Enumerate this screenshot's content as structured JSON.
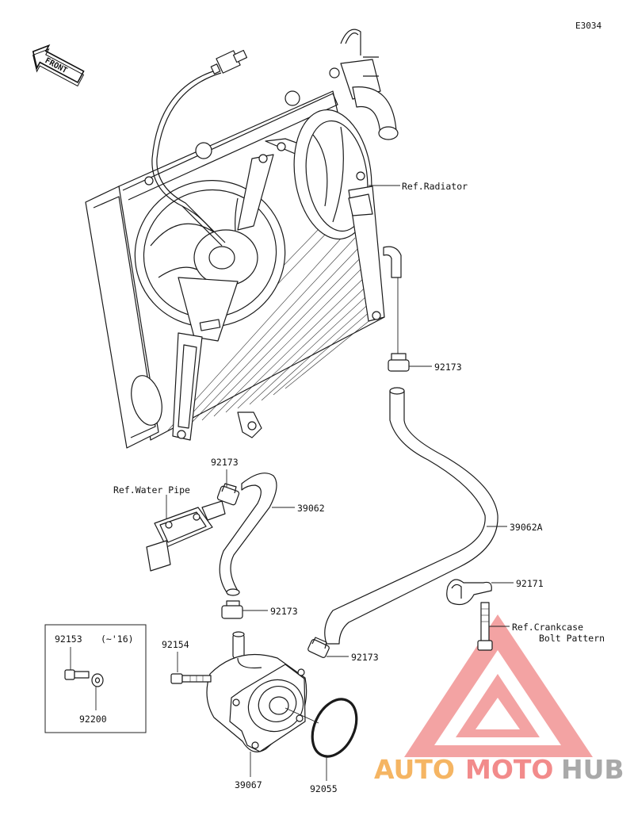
{
  "diagram_code": "E3034",
  "front_label": "FRONT",
  "labels": {
    "ref_radiator": "Ref.Radiator",
    "p92173_a": "92173",
    "p92173_b": "92173",
    "ref_water_pipe": "Ref.Water Pipe",
    "p39062": "39062",
    "p39062a": "39062A",
    "p92171": "92171",
    "p92173_c": "92173",
    "ref_crankcase_1": "Ref.Crankcase",
    "ref_crankcase_2": "Bolt Pattern",
    "p92173_d": "92173",
    "p92154": "92154",
    "p39067": "39067",
    "p92055": "92055"
  },
  "inset": {
    "p92153": "92153",
    "p92153_note": "(~'16)",
    "p92200": "92200"
  },
  "watermark": {
    "part1": "AUTO",
    "part2": "MOTO",
    "part3": "HUB",
    "color_auto": "#f5b563",
    "color_moto": "#f28b8b",
    "color_hub": "#a9a9a9",
    "logo_color": "#f08a8a"
  }
}
